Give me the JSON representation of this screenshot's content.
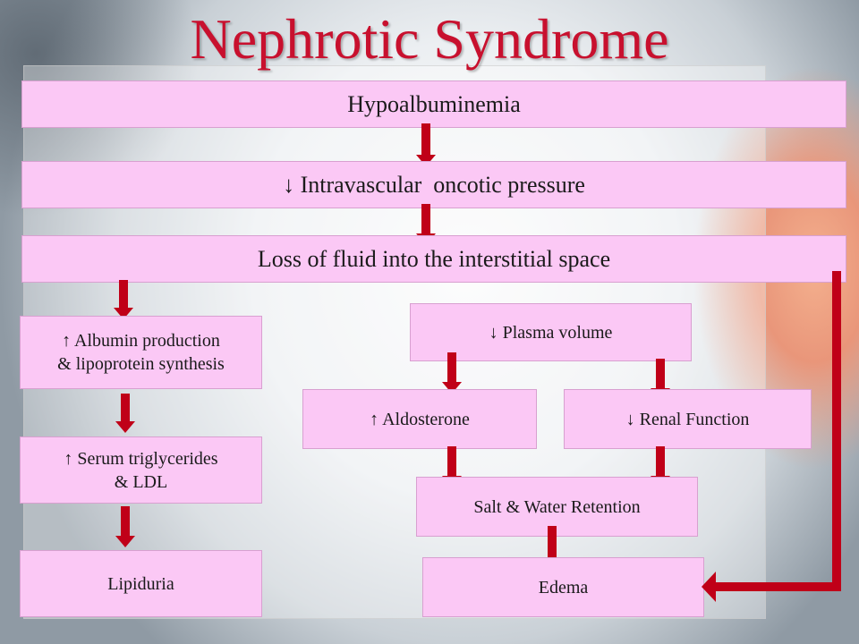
{
  "title": "Nephrotic Syndrome",
  "boxes": {
    "hypoalbuminemia": "Hypoalbuminemia",
    "oncotic": "↓ Intravascular  oncotic pressure",
    "fluid_loss": "Loss of fluid into the interstitial space",
    "albumin_line1": "↑ Albumin production",
    "albumin_line2": "& lipoprotein synthesis",
    "triglycerides_line1": "↑ Serum triglycerides",
    "triglycerides_line2": "& LDL",
    "lipiduria": "Lipiduria",
    "plasma_volume": "↓ Plasma volume",
    "aldosterone": "↑ Aldosterone",
    "renal_function": "↓ Renal Function",
    "salt_water": "Salt & Water Retention",
    "edema": "Edema"
  },
  "colors": {
    "title": "#c8102e",
    "box_fill": "#fbc8f5",
    "arrow": "#c00018"
  }
}
